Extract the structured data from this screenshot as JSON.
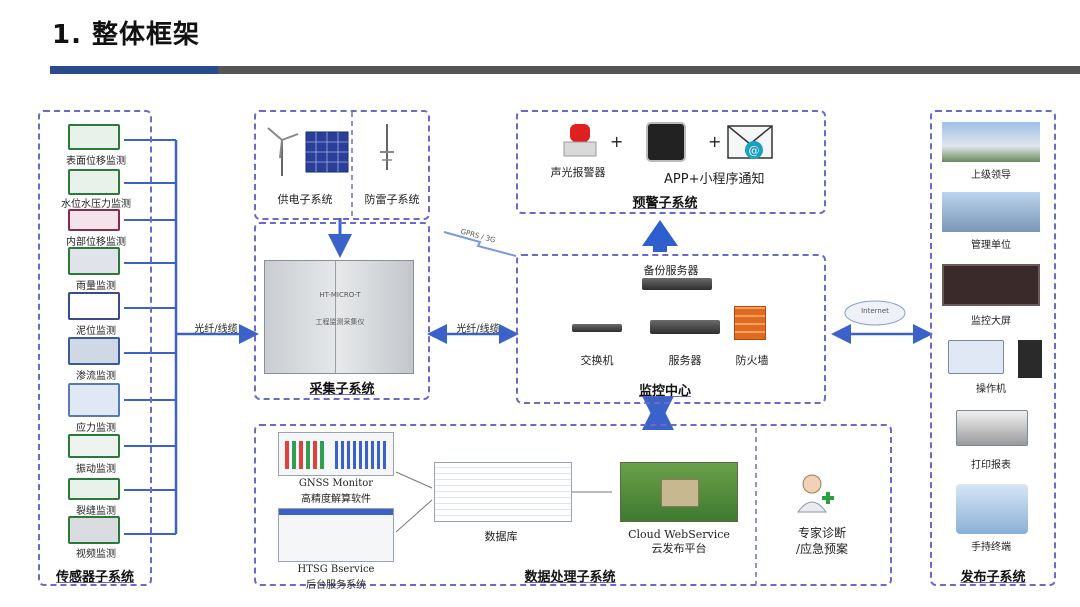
{
  "page": {
    "title": "1. 整体框架"
  },
  "sensor_subsystem": {
    "title": "传感器子系统",
    "items": [
      {
        "label": "表面位移监测"
      },
      {
        "label": "水位水压力监测"
      },
      {
        "label": "内部位移监测"
      },
      {
        "label": "雨量监测"
      },
      {
        "label": "泥位监测"
      },
      {
        "label": "渗流监测"
      },
      {
        "label": "应力监测"
      },
      {
        "label": "振动监测"
      },
      {
        "label": "裂缝监测"
      },
      {
        "label": "视频监测"
      }
    ]
  },
  "power": {
    "power_label": "供电子系统",
    "lightning_label": "防雷子系统"
  },
  "collection": {
    "title": "采集子系统",
    "cabinet_model": "HT-MICRO-T",
    "cabinet_name": "工程监测采集仪"
  },
  "links": {
    "fiber_left": "光纤/线缆",
    "fiber_mid": "光纤/线缆",
    "gprs": "GPRS / 3G",
    "internet": "Internet"
  },
  "warning": {
    "title": "预警子系统",
    "alarm_label": "声光报警器",
    "plus1": "+",
    "plus2": "+",
    "app_label": "APP+小程序通知"
  },
  "monitor_center": {
    "title": "监控中心",
    "backup_server": "备份服务器",
    "switch": "交换机",
    "server": "服务器",
    "firewall": "防火墙"
  },
  "data_processing": {
    "title": "数据处理子系统",
    "gnss_name": "GNSS Monitor",
    "gnss_desc": "高精度解算软件",
    "htsg_name": "HTSG Bservice",
    "htsg_desc": "后台服务系统",
    "database": "数据库",
    "cloud_name": "Cloud WebService",
    "cloud_desc": "云发布平台",
    "expert_line1": "专家诊断",
    "expert_line2": "/应急预案"
  },
  "publish": {
    "title": "发布子系统",
    "items": [
      {
        "label": "上级领导"
      },
      {
        "label": "管理单位"
      },
      {
        "label": "监控大屏"
      },
      {
        "label": "操作机"
      },
      {
        "label": "打印报表"
      },
      {
        "label": "手持终端"
      }
    ]
  },
  "colors": {
    "accent_blue": "#3a62c8",
    "dash_border": "#6a6ac8",
    "rule_blue": "#2a4a8e",
    "rule_gray": "#555555",
    "sensor_green": "#2a7a3a"
  }
}
